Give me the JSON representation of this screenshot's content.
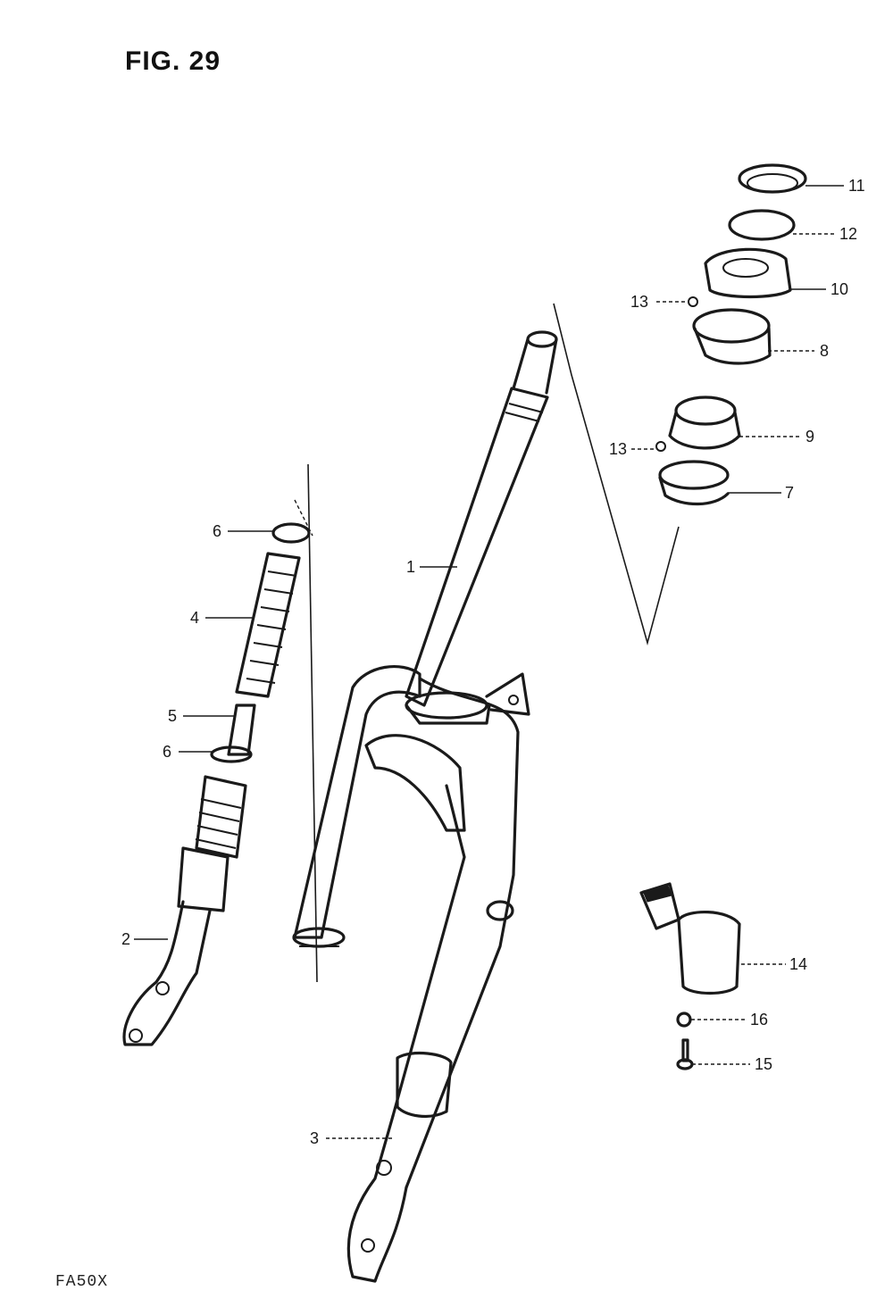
{
  "figure_title": "FIG. 29",
  "model_code": "FA50X",
  "callouts": [
    {
      "id": "c1",
      "label": "1"
    },
    {
      "id": "c2",
      "label": "2"
    },
    {
      "id": "c3",
      "label": "3"
    },
    {
      "id": "c4",
      "label": "4"
    },
    {
      "id": "c5",
      "label": "5"
    },
    {
      "id": "c6a",
      "label": "6"
    },
    {
      "id": "c6b",
      "label": "6"
    },
    {
      "id": "c7",
      "label": "7"
    },
    {
      "id": "c8",
      "label": "8"
    },
    {
      "id": "c9",
      "label": "9"
    },
    {
      "id": "c10",
      "label": "10"
    },
    {
      "id": "c11",
      "label": "11"
    },
    {
      "id": "c12",
      "label": "12"
    },
    {
      "id": "c13a",
      "label": "13"
    },
    {
      "id": "c13b",
      "label": "13"
    },
    {
      "id": "c14",
      "label": "14"
    },
    {
      "id": "c15",
      "label": "15"
    },
    {
      "id": "c16",
      "label": "16"
    }
  ]
}
